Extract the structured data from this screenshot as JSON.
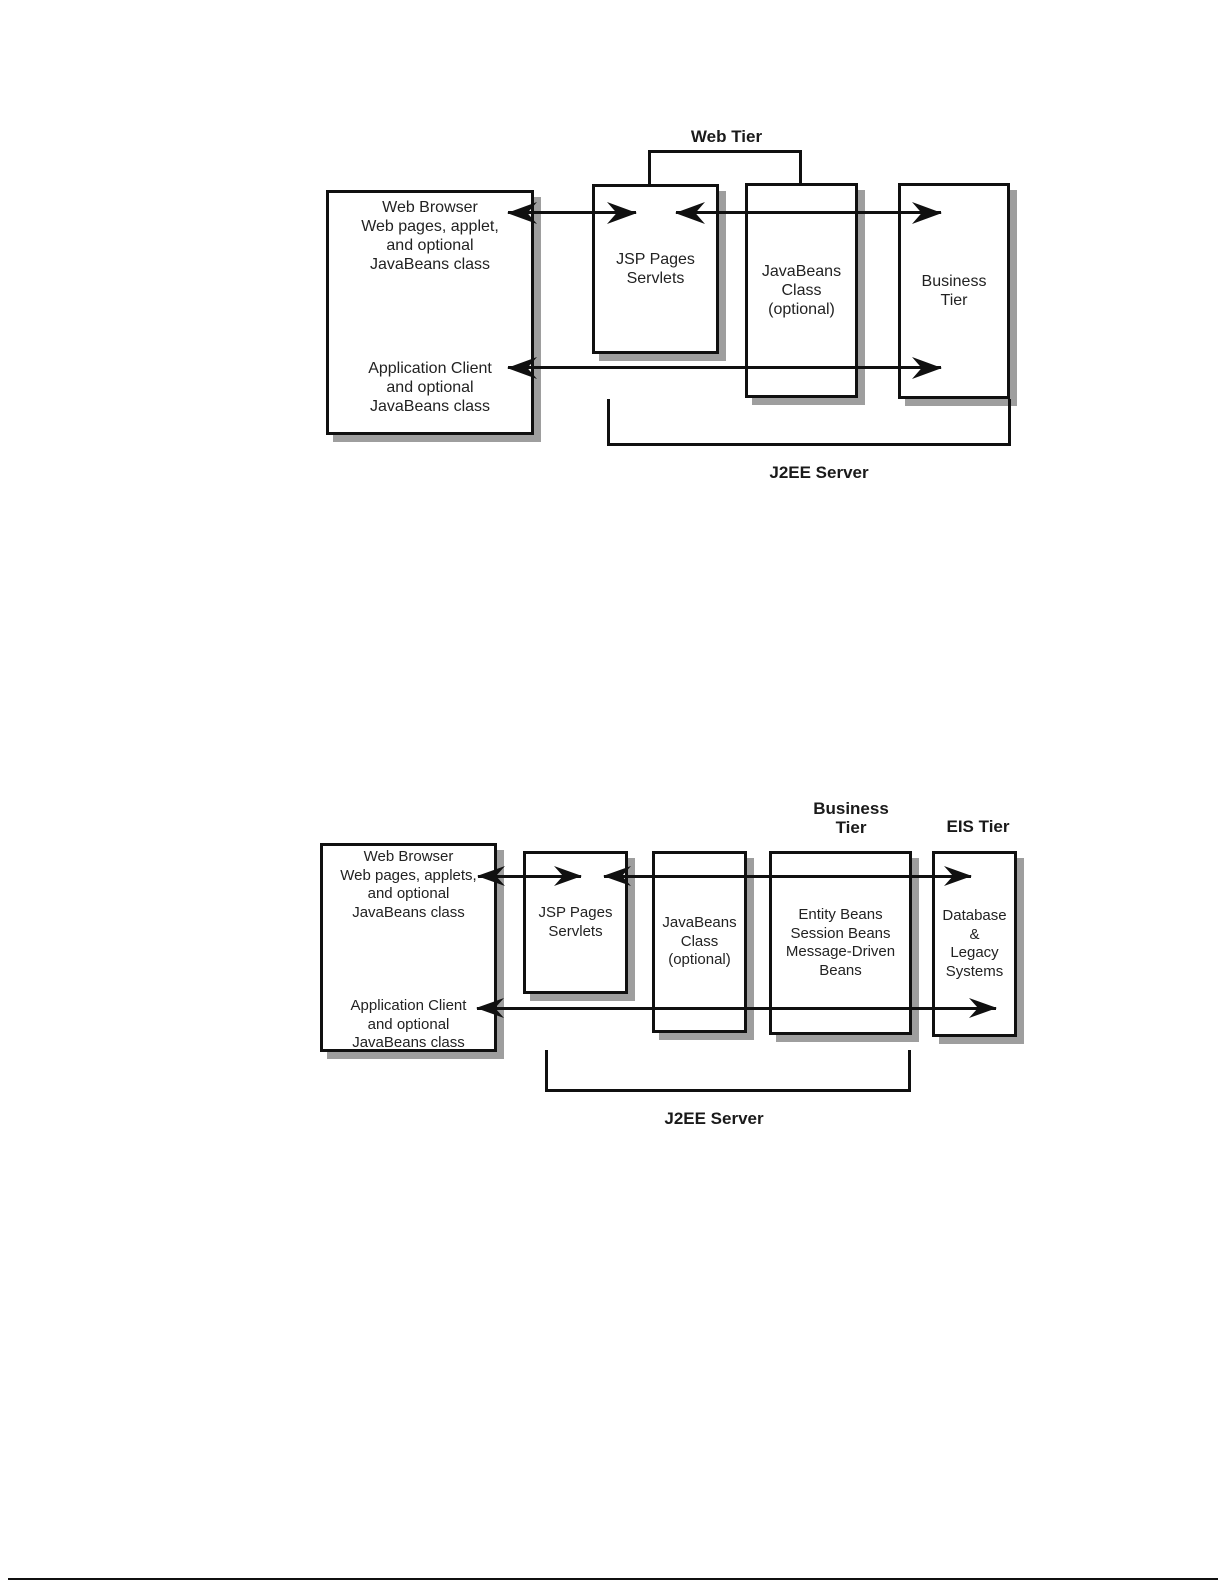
{
  "colors": {
    "line": "#101010",
    "text": "#222222",
    "shadow": "#9e9e9e",
    "background": "#ffffff"
  },
  "figure1": {
    "tier_label": "Web Tier",
    "server_label": "J2EE Server",
    "client_box": {
      "top": [
        "Web Browser",
        "Web pages, applet,",
        "and optional",
        "JavaBeans class"
      ],
      "bottom": [
        "Application Client",
        "and optional",
        "JavaBeans class"
      ]
    },
    "jsp_box": [
      "JSP Pages",
      "Servlets"
    ],
    "javabeans_box": [
      "JavaBeans",
      "Class",
      "(optional)"
    ],
    "business_box": [
      "Business",
      "Tier"
    ]
  },
  "figure2": {
    "business_tier_label": [
      "Business",
      "Tier"
    ],
    "eis_tier_label": "EIS Tier",
    "server_label": "J2EE Server",
    "client_box": {
      "top": [
        "Web Browser",
        "Web pages, applets,",
        "and optional",
        "JavaBeans class"
      ],
      "bottom": [
        "Application Client",
        "and optional",
        "JavaBeans class"
      ]
    },
    "jsp_box": [
      "JSP Pages",
      "Servlets"
    ],
    "javabeans_box": [
      "JavaBeans",
      "Class",
      "(optional)"
    ],
    "entity_box": [
      "Entity Beans",
      "Session Beans",
      "Message-Driven",
      "Beans"
    ],
    "eis_box": [
      "Database",
      "&",
      "Legacy",
      "Systems"
    ]
  }
}
